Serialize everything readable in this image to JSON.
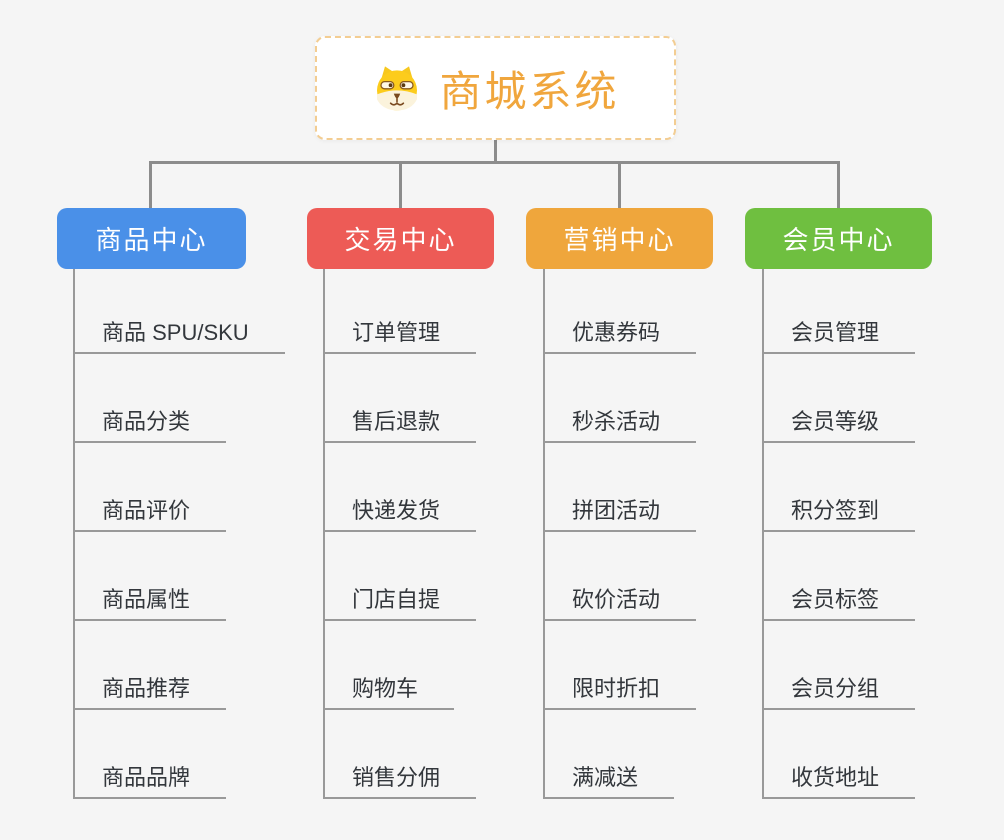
{
  "root": {
    "title": "商城系统",
    "icon": "shiba-dog-icon",
    "text_color": "#F0A63D",
    "border_color": "#F3CD92"
  },
  "branches": [
    {
      "label": "商品中心",
      "color": "#4A90E8",
      "children": [
        "商品 SPU/SKU",
        "商品分类",
        "商品评价",
        "商品属性",
        "商品推荐",
        "商品品牌"
      ]
    },
    {
      "label": "交易中心",
      "color": "#ED5B56",
      "children": [
        "订单管理",
        "售后退款",
        "快递发货",
        "门店自提",
        "购物车",
        "销售分佣"
      ]
    },
    {
      "label": "营销中心",
      "color": "#EFA63C",
      "children": [
        "优惠券码",
        "秒杀活动",
        "拼团活动",
        "砍价活动",
        "限时折扣",
        "满减送"
      ]
    },
    {
      "label": "会员中心",
      "color": "#6FBF40",
      "children": [
        "会员管理",
        "会员等级",
        "积分签到",
        "会员标签",
        "会员分组",
        "收货地址"
      ]
    }
  ],
  "colors": {
    "background": "#F5F5F5",
    "connector": "#8C8C8C",
    "leaf_underline": "#999999",
    "leaf_text": "#33373C",
    "root_box_background": "#FFFFFF"
  }
}
